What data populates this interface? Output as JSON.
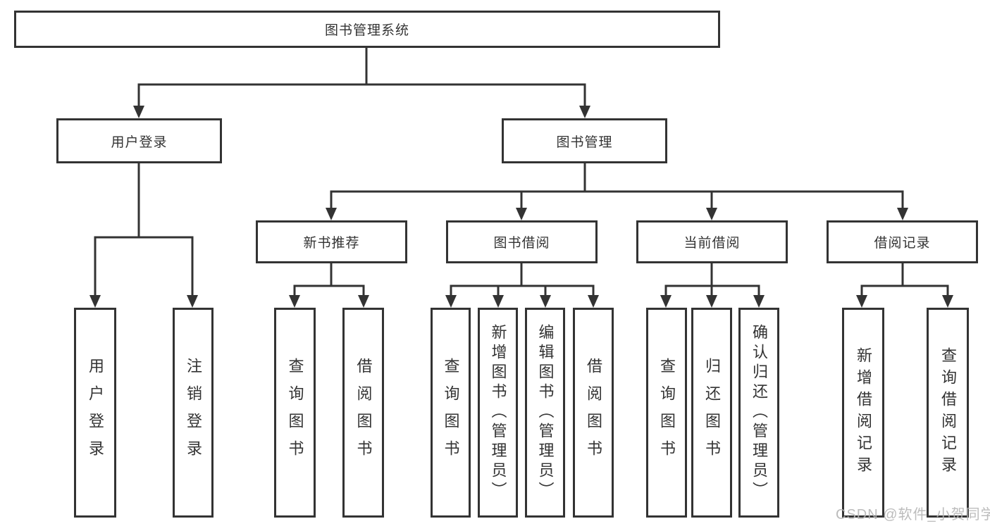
{
  "colors": {
    "line": "#333333",
    "text": "#333333",
    "watermark": "#b5b5b5",
    "box_bg": "#ffffff"
  },
  "watermark": "CSDN @软件_小贺同学",
  "tree": {
    "root": {
      "label": "图书管理系统",
      "children": [
        {
          "label": "用户登录",
          "children": [
            {
              "label": "用户登录"
            },
            {
              "label": "注销登录"
            }
          ]
        },
        {
          "label": "图书管理",
          "children": [
            {
              "label": "新书推荐",
              "children": [
                {
                  "label": "查询图书"
                },
                {
                  "label": "借阅图书"
                }
              ]
            },
            {
              "label": "图书借阅",
              "children": [
                {
                  "label": "查询图书"
                },
                {
                  "label": "新增图书（管理员）"
                },
                {
                  "label": "编辑图书（管理员）"
                },
                {
                  "label": "借阅图书"
                }
              ]
            },
            {
              "label": "当前借阅",
              "children": [
                {
                  "label": "查询图书"
                },
                {
                  "label": "归还图书"
                },
                {
                  "label": "确认归还（管理员）"
                }
              ]
            },
            {
              "label": "借阅记录",
              "children": [
                {
                  "label": "新增借阅记录"
                },
                {
                  "label": "查询借阅记录"
                }
              ]
            }
          ]
        }
      ]
    }
  }
}
